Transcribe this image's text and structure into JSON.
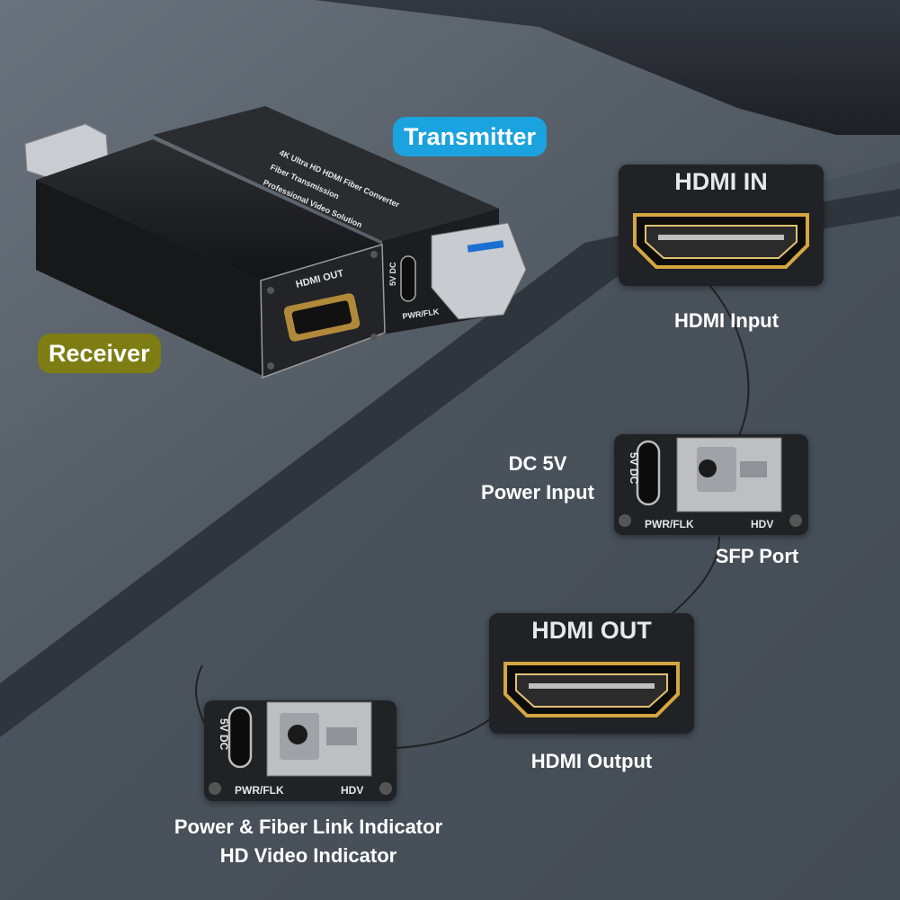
{
  "callouts": {
    "transmitter": "Transmitter",
    "receiver": "Receiver",
    "hdmi_input": "HDMI Input",
    "dc_power_line1": "DC 5V",
    "dc_power_line2": "Power Input",
    "sfp_port": "SFP Port",
    "hdmi_output": "HDMI Output",
    "indicator_line1": "Power & Fiber Link Indicator",
    "indicator_line2": "HD Video Indicator"
  },
  "panels": {
    "hdmi_in_title": "HDMI IN",
    "hdmi_out_title": "HDMI OUT",
    "port_5vdc": "5V DC",
    "led_pwr": "PWR/FLK",
    "led_hdv": "HDV"
  },
  "device": {
    "receiver_port_label": "HDMI OUT",
    "transmitter_port_label": "5V DC",
    "transmitter_led_label": "PWR/FLK",
    "product_line1": "4K Ultra HD HDMI Fiber Converter",
    "product_line2": "Fiber Transmission",
    "product_line3": "Professional Video Solution"
  },
  "colors": {
    "transmitter_pill": "#1aa3de",
    "receiver_pill": "#7d7d14",
    "background": "#4e5660"
  }
}
